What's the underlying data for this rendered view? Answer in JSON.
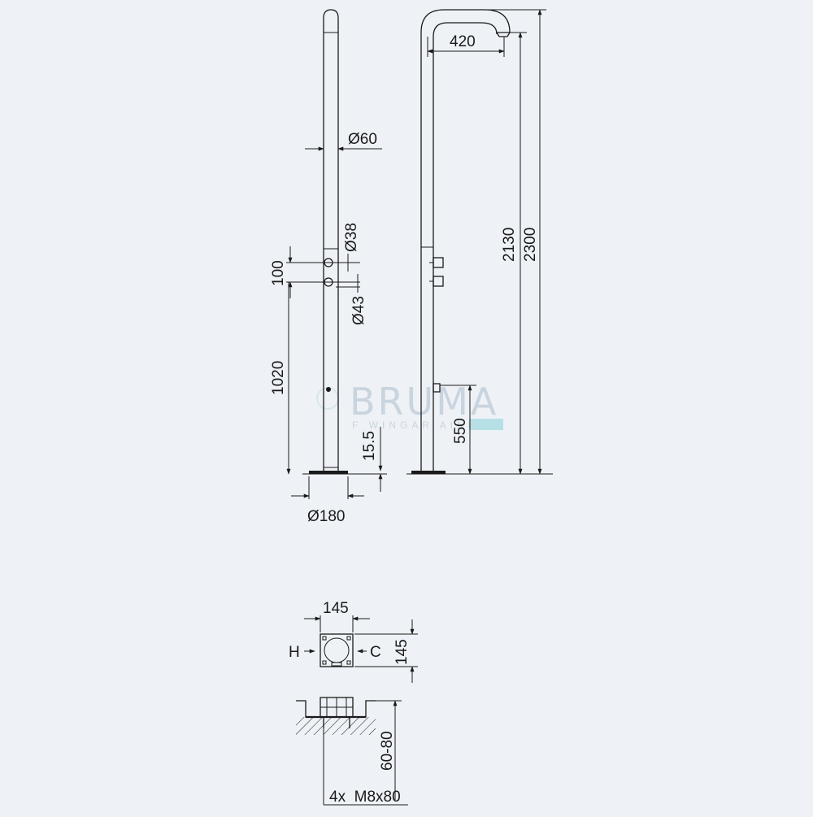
{
  "watermark": {
    "brand": "BRUMA",
    "tagline": "F WINGAR AINE",
    "accent_color": "#9fd9e0"
  },
  "front_view": {
    "pipe_diameter": "Ø60",
    "upper_valve_diameter": "Ø38",
    "lower_valve_diameter": "Ø43",
    "valve_spacing": "100",
    "valve_height": "1020",
    "base_thickness": "15.5",
    "base_diameter": "Ø180"
  },
  "side_view": {
    "head_reach": "420",
    "head_height": "2130",
    "total_height": "2300",
    "foot_tap_height": "550"
  },
  "box_top_view": {
    "width": "145",
    "depth": "145",
    "hot_label": "H",
    "cold_label": "C"
  },
  "box_section_view": {
    "embed_depth": "60-80",
    "anchors": "4x  M8x80"
  },
  "colors": {
    "background": "#eef2f6",
    "line": "#1a1a1a"
  }
}
